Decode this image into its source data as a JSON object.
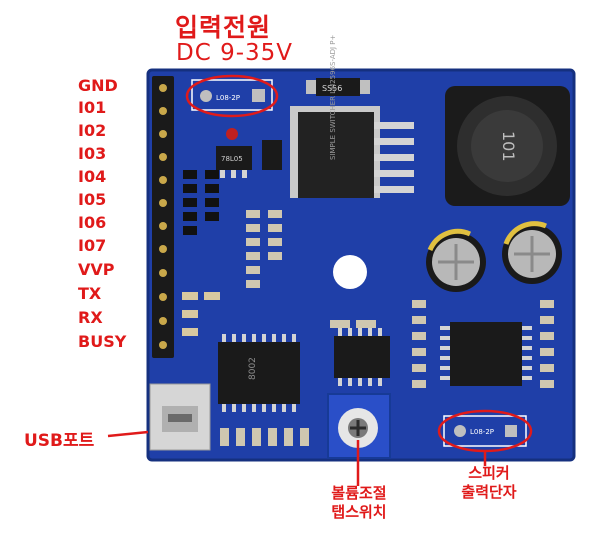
{
  "power_input": {
    "title": "입력전원",
    "voltage": "DC 9-35V"
  },
  "pin_labels": [
    "GND",
    "I01",
    "I02",
    "I03",
    "I04",
    "I05",
    "I06",
    "I07",
    "VVP",
    "TX",
    "RX",
    "BUSY"
  ],
  "usb_label": "USB포트",
  "volume_label": [
    "볼륨조절",
    "탭스위치"
  ],
  "speaker_label": [
    "스피커",
    "출력단자"
  ],
  "board_markings": {
    "connector_top": "L08-2P",
    "connector_right": "L08-2P",
    "regulator": "SIMPLE SWITCHER LM2596S-ADJ P+",
    "inductor": "101",
    "chip_left": "8002",
    "small_reg": "78L05",
    "diode": "SS56"
  },
  "colors": {
    "board": "#1f3fa8",
    "annotation": "#e01a1a"
  }
}
